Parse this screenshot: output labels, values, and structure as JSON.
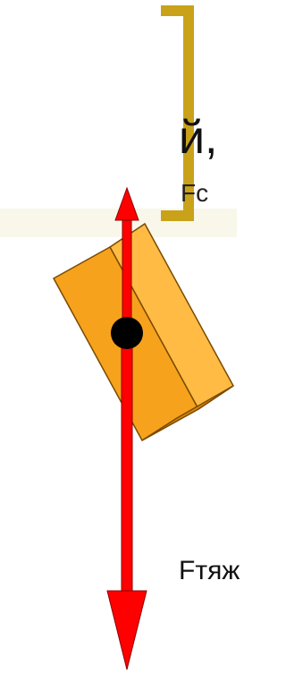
{
  "text": {
    "fragment_line1": "й,",
    "fragment_line2": "Fc",
    "gravity_label": "Fтяж"
  },
  "colors": {
    "bracket": "#c9a21a",
    "band": "#f4f1dc",
    "brick_front": "#f7a21c",
    "brick_top": "#ffbb44",
    "brick_side": "#d9860c",
    "brick_outline": "#7a4a00",
    "arrow": "#ff0000",
    "arrow_outline": "#8b0000",
    "pivot": "#000000"
  },
  "icons": [
    "bracket-shape",
    "brick-shape",
    "up-arrow-icon",
    "down-arrow-icon",
    "pivot-point-icon"
  ]
}
